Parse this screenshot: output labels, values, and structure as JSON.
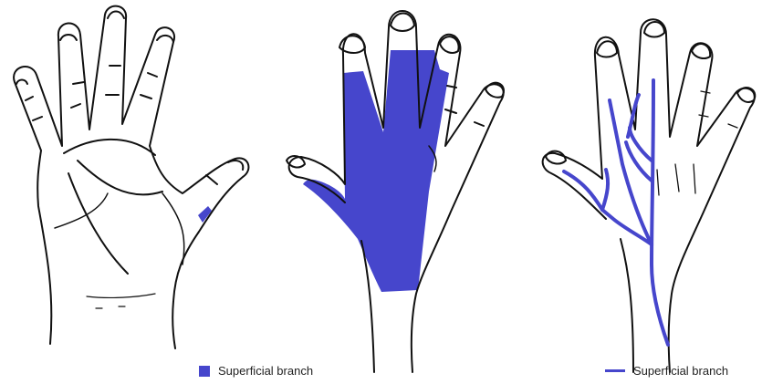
{
  "figure": {
    "panels": [
      {
        "id": "palm-view"
      },
      {
        "id": "dorsal-territory-view"
      },
      {
        "id": "dorsal-branches-view"
      }
    ]
  },
  "legend": {
    "left": {
      "label": "Superficial branch",
      "marker": "filled-square"
    },
    "right": {
      "label": "Superficial branch",
      "marker": "line"
    }
  },
  "colors": {
    "branch": "#4646cc",
    "outline": "#111111",
    "background": "#ffffff"
  }
}
